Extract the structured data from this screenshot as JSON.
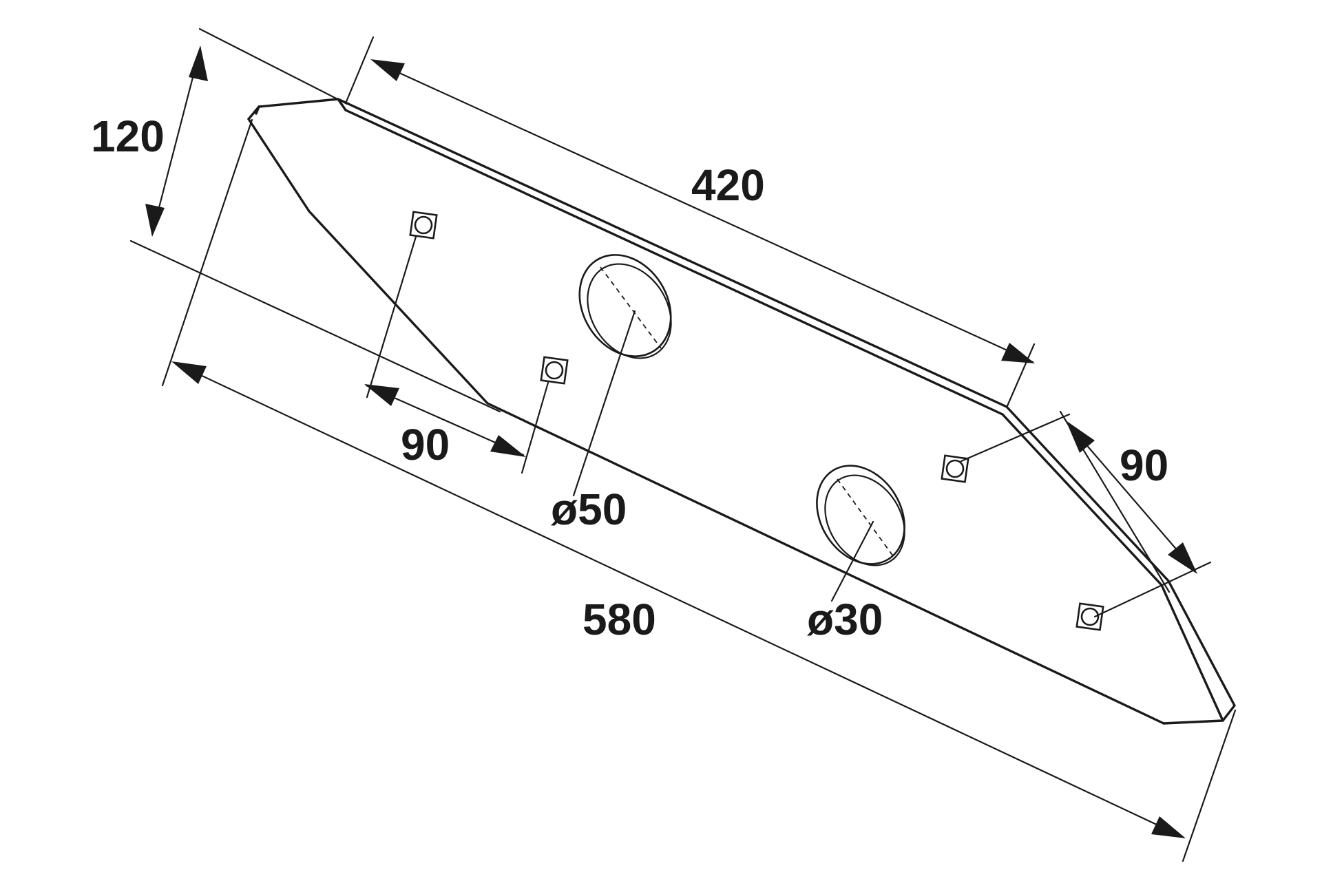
{
  "dimensions": {
    "height_120": "120",
    "top_edge_420": "420",
    "hole_offset_left_90": "90",
    "large_hole_dia": "ø50",
    "overall_length_580": "580",
    "small_hole_dia": "ø30",
    "end_offset_right_90": "90"
  }
}
